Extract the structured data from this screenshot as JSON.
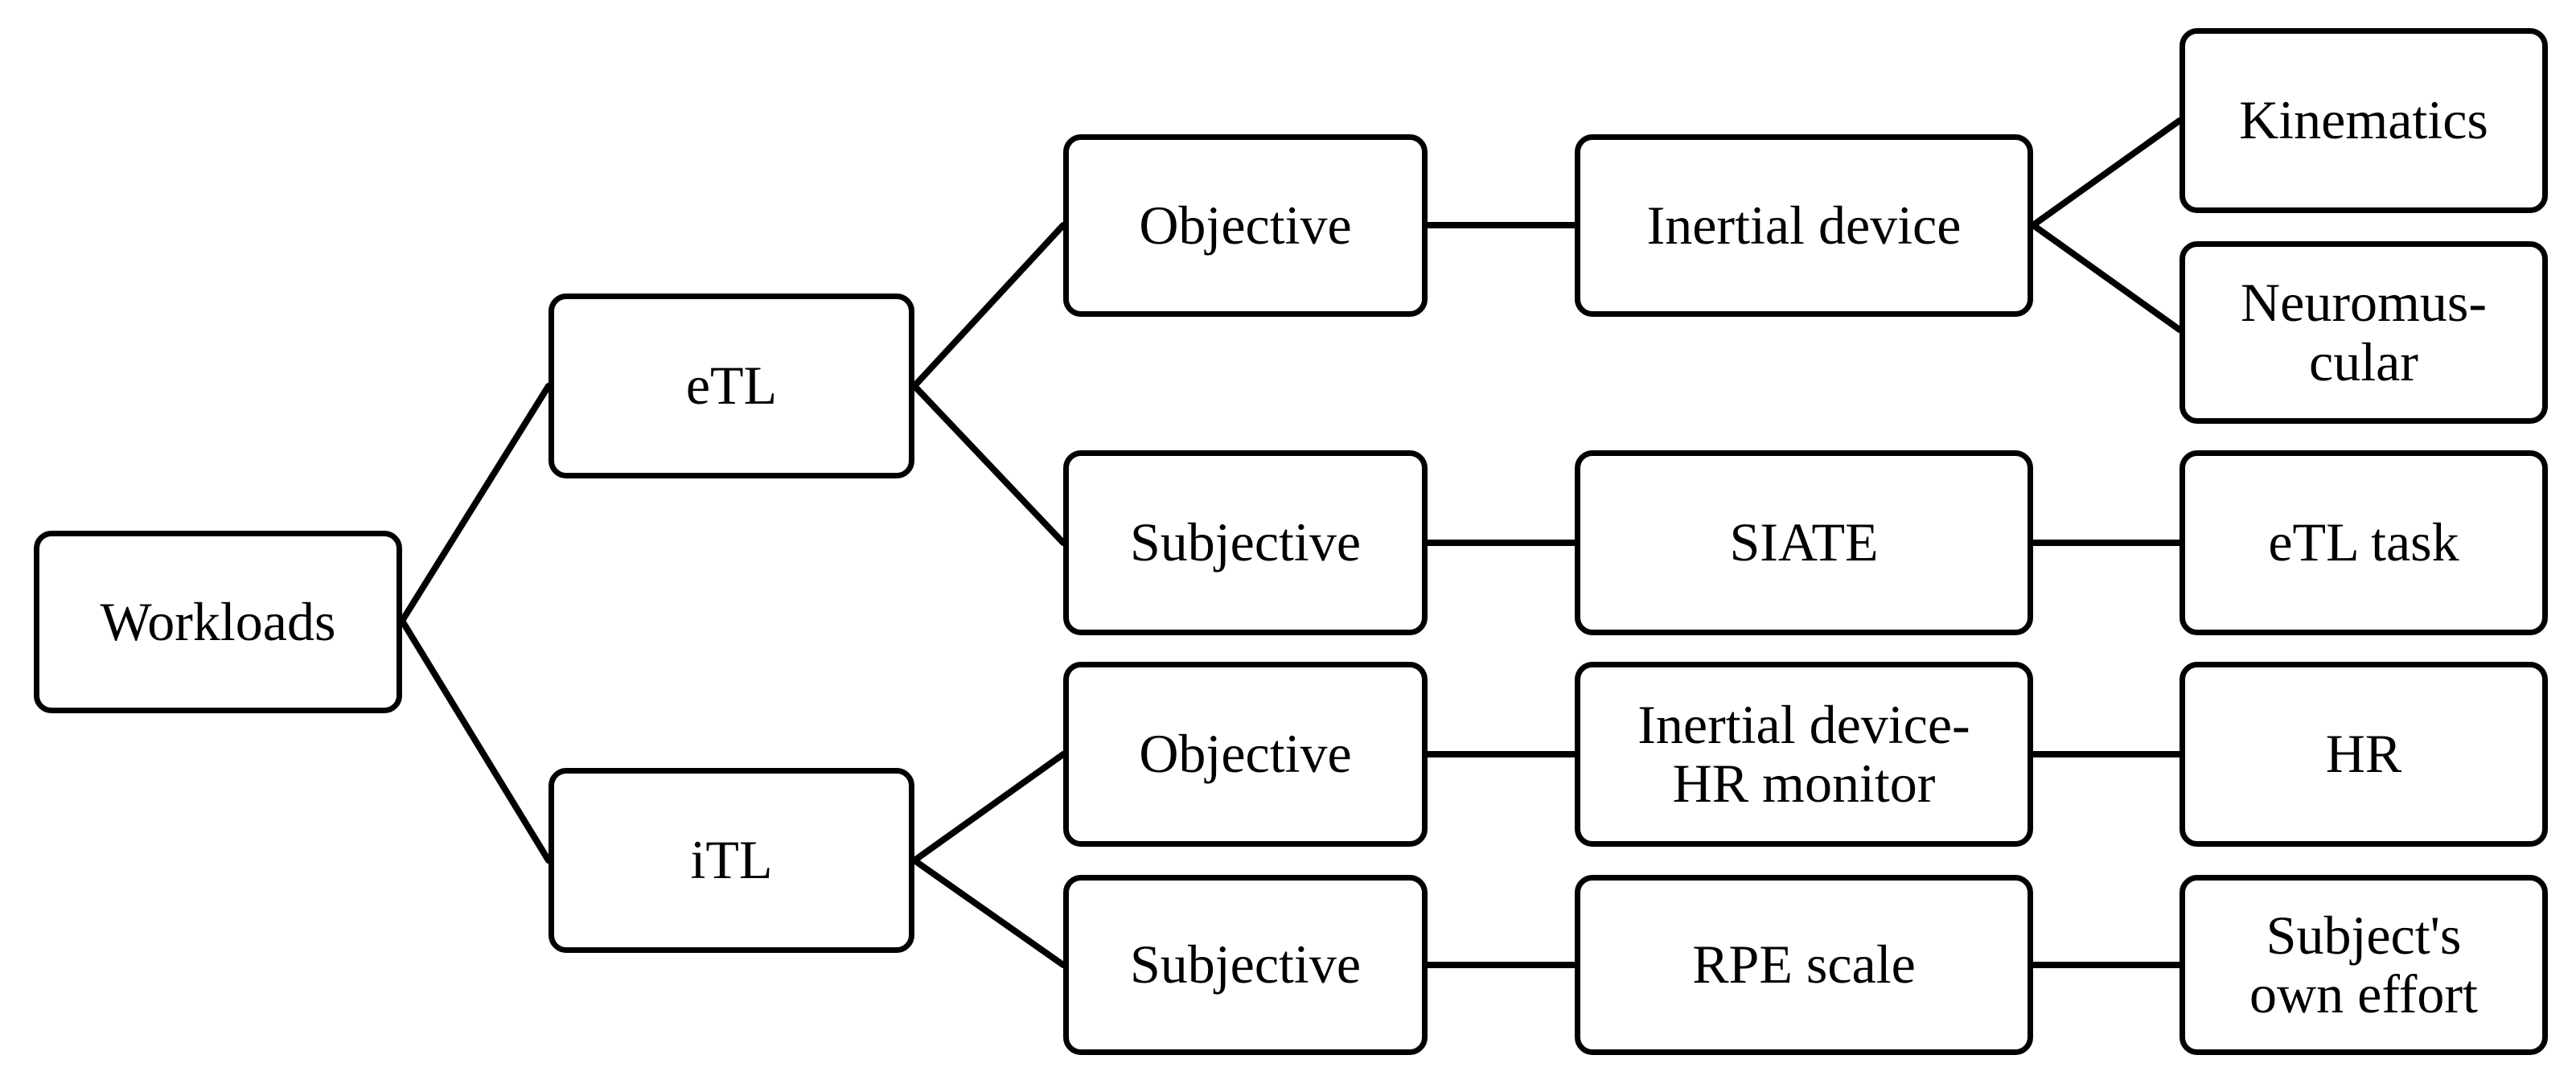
{
  "diagram": {
    "root": {
      "label": "Workloads"
    },
    "level1": {
      "etl": {
        "label": "eTL"
      },
      "itl": {
        "label": "iTL"
      }
    },
    "level2": {
      "etl_objective": {
        "label": "Objective"
      },
      "etl_subjective": {
        "label": "Subjective"
      },
      "itl_objective": {
        "label": "Objective"
      },
      "itl_subjective": {
        "label": "Subjective"
      }
    },
    "level3": {
      "inertial_device": {
        "label": "Inertial device"
      },
      "siate": {
        "label": "SIATE"
      },
      "inertial_hr": {
        "label": "Inertial device-\nHR monitor"
      },
      "rpe_scale": {
        "label": "RPE scale"
      }
    },
    "level4": {
      "kinematics": {
        "label": "Kinematics"
      },
      "neuromuscular": {
        "label": "Neuromus-\ncular"
      },
      "etl_task": {
        "label": "eTL task"
      },
      "hr": {
        "label": "HR"
      },
      "subjects_effort": {
        "label": "Subject's\nown effort"
      }
    }
  }
}
